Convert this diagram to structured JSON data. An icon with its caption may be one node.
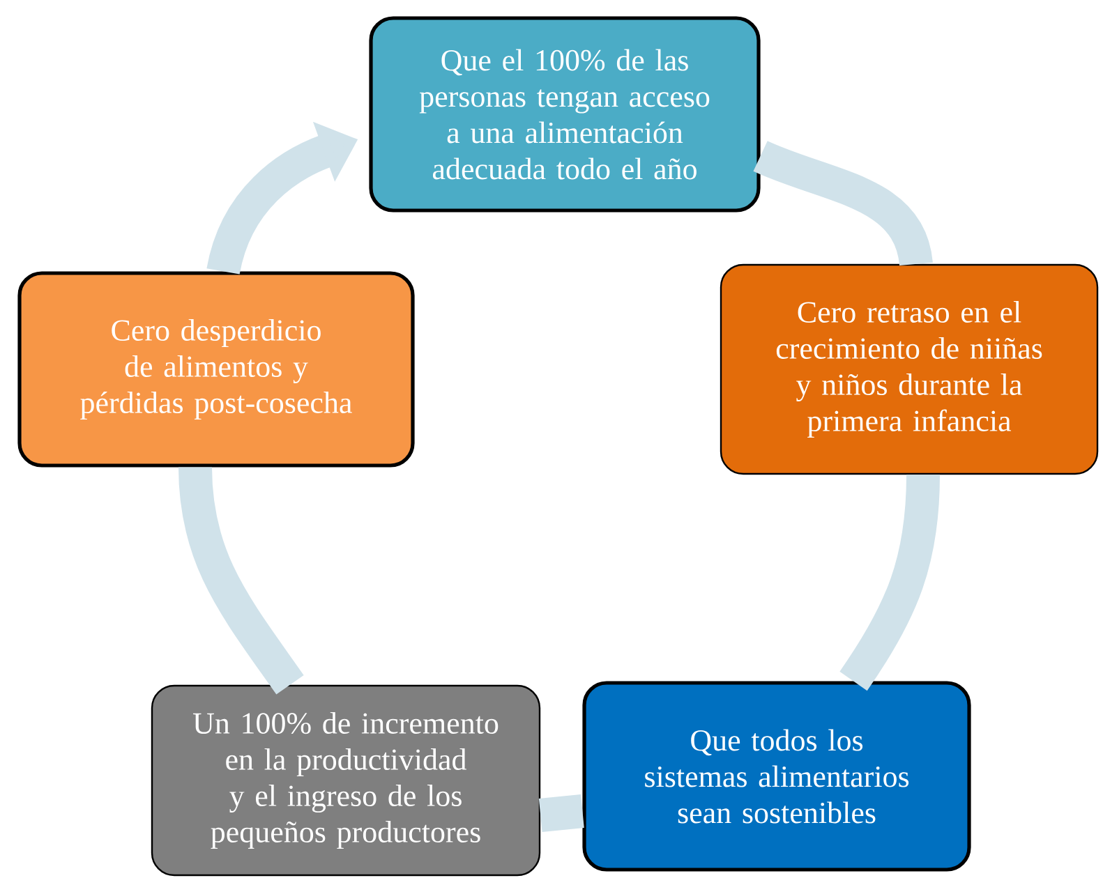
{
  "diagram": {
    "nodes": [
      {
        "text": [
          "Que el 100% de las personas tengan acceso a una alimentación adecuada todo el año"
        ]
      },
      {
        "text": [
          "Cero retraso en el crecimiento de niiñas y niños durante la primera infancia"
        ]
      },
      {
        "text": [
          "Que todos los sistemas alimentarios sean sostenibles"
        ]
      },
      {
        "text": [
          "Un 100% de incremento en la productividad y el ingreso de los pequeños productores"
        ]
      },
      {
        "text": [
          "Cero desperdicio de alimentos y pérdidas post-cosecha"
        ]
      }
    ],
    "edges": [
      {
        "from": 0,
        "to": 1,
        "arrow": "none"
      },
      {
        "from": 1,
        "to": 2,
        "arrow": "none"
      },
      {
        "from": 2,
        "to": 3,
        "arrow": "none"
      },
      {
        "from": 3,
        "to": 4,
        "arrow": "none"
      },
      {
        "from": 4,
        "to": 0,
        "arrow": "to"
      }
    ]
  }
}
